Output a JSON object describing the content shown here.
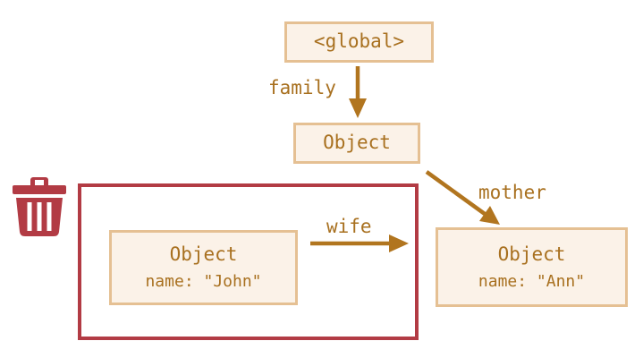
{
  "theme": {
    "background": "#ffffff",
    "node_fill": "#fbf2e8",
    "node_border": "#e5c093",
    "text_color": "#a8701f",
    "arrow_color": "#b1751f",
    "danger_color": "#b23b44"
  },
  "nodes": {
    "global": {
      "label": "<global>"
    },
    "family_object": {
      "label": "Object"
    },
    "john_object": {
      "label": "Object",
      "property": "name: \"John\""
    },
    "ann_object": {
      "label": "Object",
      "property": "name: \"Ann\""
    }
  },
  "edges": {
    "family": {
      "label": "family"
    },
    "wife": {
      "label": "wife"
    },
    "mother": {
      "label": "mother"
    }
  },
  "icons": {
    "trash": "trash-can-icon"
  }
}
